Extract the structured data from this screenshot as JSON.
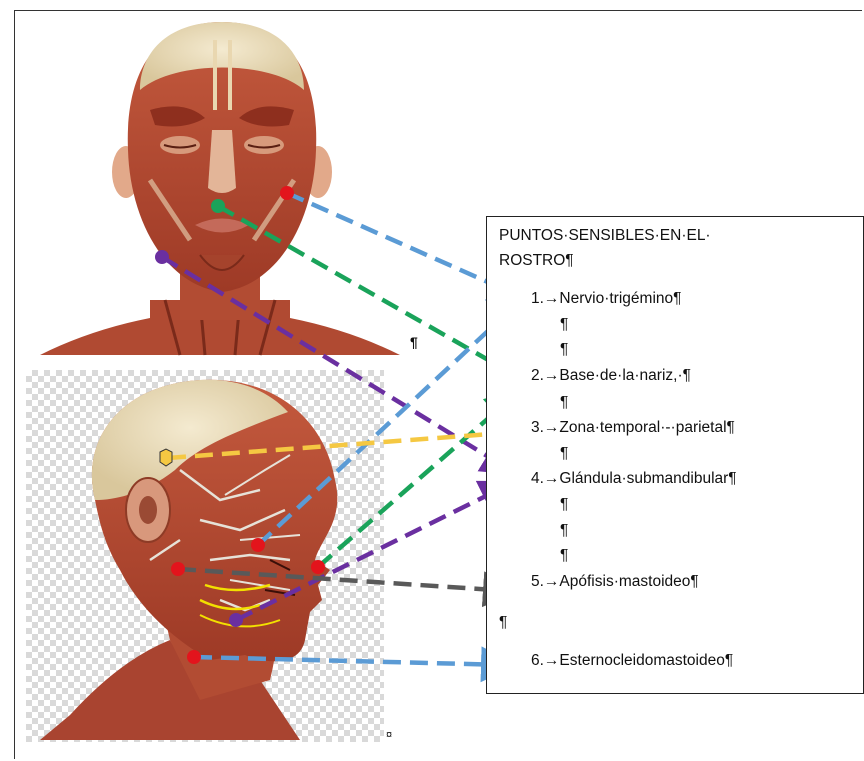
{
  "textbox": {
    "title_line1": "PUNTOS·SENSIBLES·EN·EL·",
    "title_line2": "ROSTRO¶",
    "items": [
      {
        "label": "1.→Nervio·trigémino¶"
      },
      {
        "label": "2.→Base·de·la·nariz,·¶"
      },
      {
        "label": "3.→Zona·temporal·-·parietal¶"
      },
      {
        "label": "4.→Glándula·submandibular¶"
      },
      {
        "label": "5.→Apófisis·mastoideo¶"
      },
      {
        "label": "6.→Esternocleidomastoideo¶"
      }
    ],
    "pilcrow": "¶"
  },
  "marks": {
    "pilcrow_bold": "¶",
    "cell_end": "¤"
  },
  "colors": {
    "blue": "#5b9bd5",
    "green": "#1aa35a",
    "purple": "#6a2fa0",
    "yellow": "#f5c842",
    "gray": "#595959",
    "red_point": "#e3141c"
  }
}
